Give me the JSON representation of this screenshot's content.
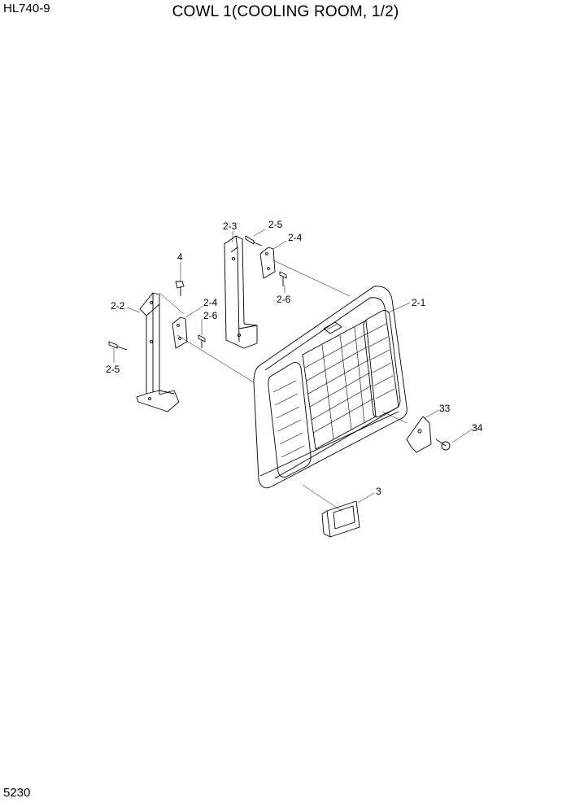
{
  "header": {
    "model": "HL740-9",
    "title": "COWL 1(COOLING ROOM, 1/2)"
  },
  "footer": {
    "page_number": "5230"
  },
  "callouts": {
    "c2_3": "2-3",
    "c2_5_top": "2-5",
    "c2_4_top": "2-4",
    "c2_6_top": "2-6",
    "c4": "4",
    "c2_2": "2-2",
    "c2_4_left": "2-4",
    "c2_6_left": "2-6",
    "c2_5_left": "2-5",
    "c2_1": "2-1",
    "c33": "33",
    "c34": "34",
    "c3": "3"
  }
}
